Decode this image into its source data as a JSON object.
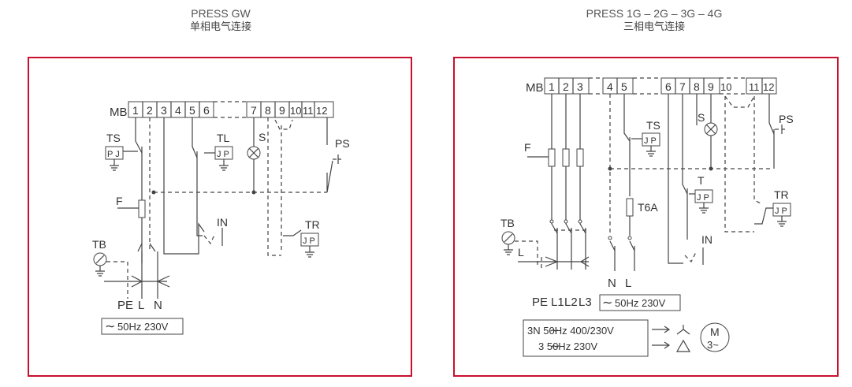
{
  "left": {
    "title": "PRESS GW",
    "subtitle": "单相电气连接",
    "mb": "MB",
    "terminals": [
      "1",
      "2",
      "3",
      "4",
      "5",
      "6",
      "7",
      "8",
      "9",
      "10",
      "11",
      "12"
    ],
    "labels": {
      "ts": "TS",
      "tl": "TL",
      "s": "S",
      "ps": "PS",
      "f": "F",
      "in": "IN",
      "tb": "TB",
      "tr": "TR",
      "pj": "P J",
      "jp": "J P",
      "pe": "PE",
      "l": "L",
      "n": "N"
    },
    "supply": "50Hz  230V"
  },
  "right": {
    "title": "PRESS 1G – 2G – 3G – 4G",
    "subtitle": "三相电气连接",
    "mb": "MB",
    "terminals": [
      "1",
      "2",
      "3",
      "4",
      "5",
      "6",
      "7",
      "8",
      "9",
      "10",
      "11",
      "12"
    ],
    "labels": {
      "ts": "TS",
      "s": "S",
      "ps": "PS",
      "f": "F",
      "t": "T",
      "t6a": "T6A",
      "tr": "TR",
      "in": "IN",
      "tb": "TB",
      "l": "L",
      "n": "N",
      "nb": "N",
      "lb": "L",
      "jp": "J P",
      "pe": "PE",
      "l1": "L1",
      "l2": "L2",
      "l3": "L3",
      "m": "M",
      "m3": "3~"
    },
    "supply": "50Hz  230V",
    "option1": "3N     50Hz    400/230V",
    "option2": "3       50Hz   230V"
  }
}
